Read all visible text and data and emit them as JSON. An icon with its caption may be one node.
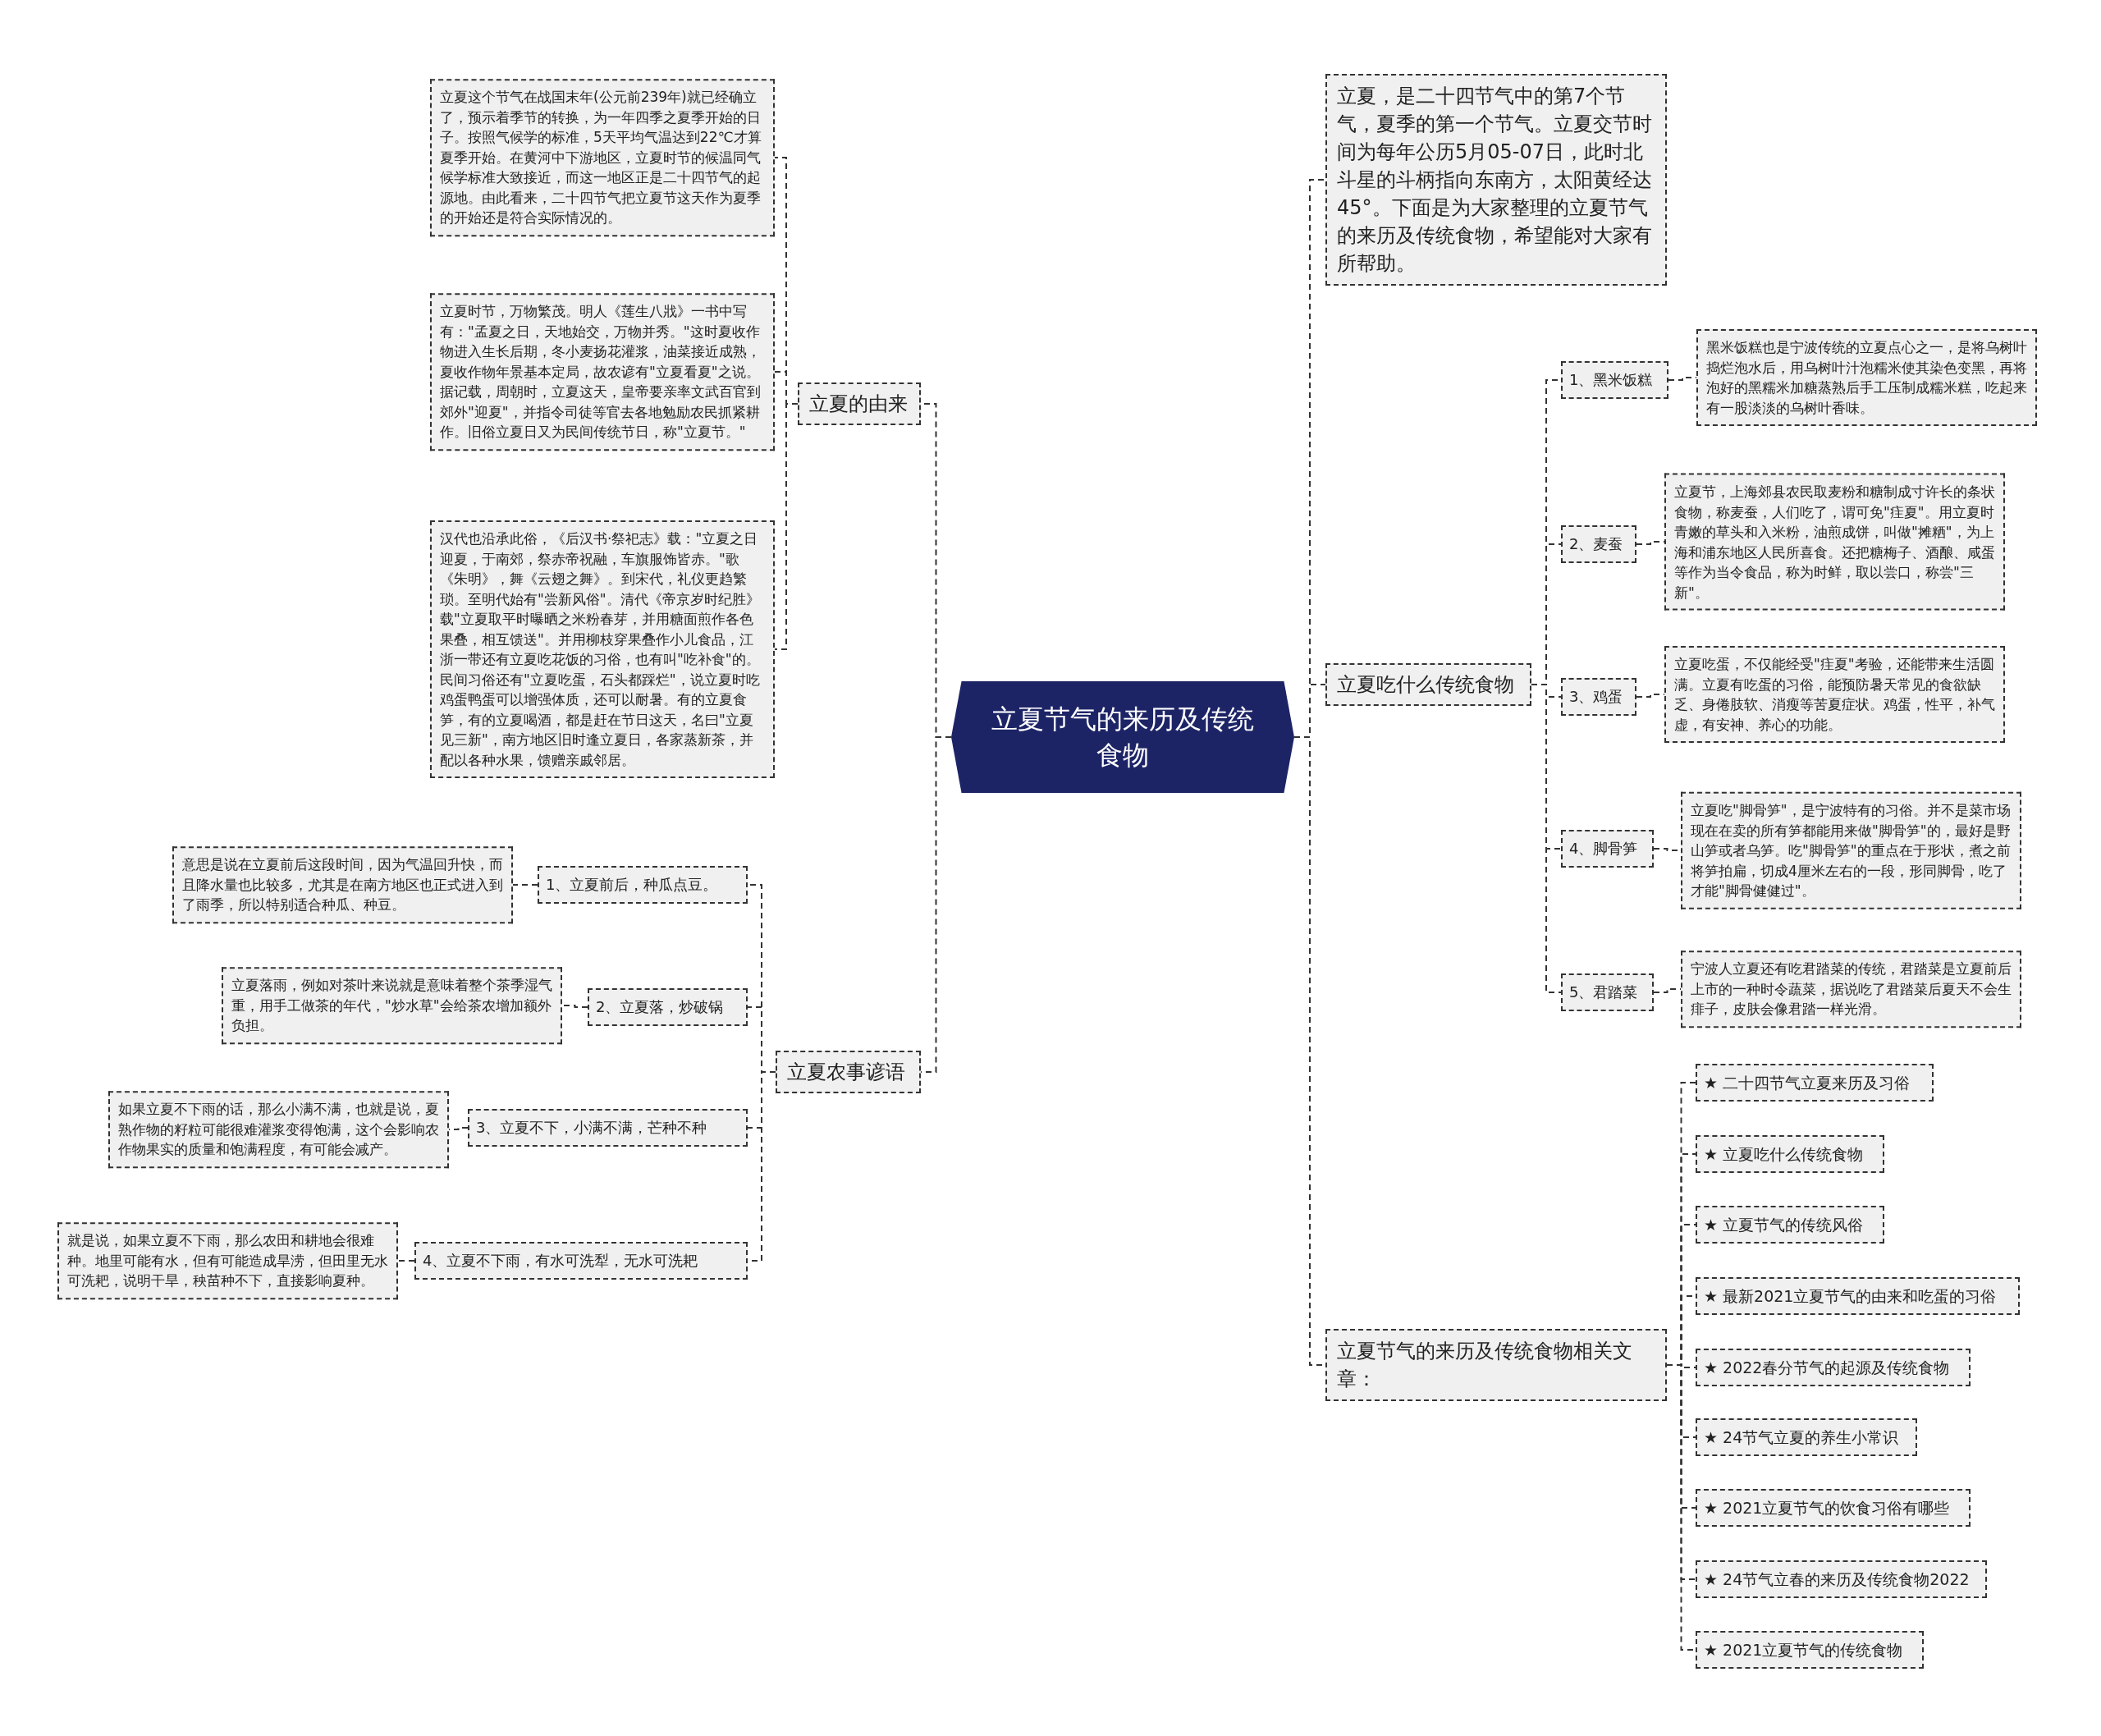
{
  "diagram": {
    "nodes": [
      {
        "text": [
          "立夏节气的来历及传统食物"
        ]
      },
      {
        "text": [
          "立夏的由来"
        ]
      },
      {
        "text": [
          "立夏这个节气在战国末年(公元前239年)就已经确立了，预示着季节的转换，为一年四季之夏季开始的日子。按照气候学的标准，5天平均气温达到22℃才算夏季开始。在黄河中下游地区，立夏时节的候温同气候学标准大致接近，而这一地区正是二十四节气的起源地。由此看来，二十四节气把立夏节这天作为夏季的开始还是符合实际情况的。"
        ]
      },
      {
        "text": [
          "立夏时节，万物繁茂。明人《莲生八戕》一书中写有：\"孟夏之日，天地始交，万物并秀。\"这时夏收作物进入生长后期，冬小麦扬花灌浆，油菜接近成熟，夏收作物年景基本定局，故农谚有\"立夏看夏\"之说。据记载，周朝时，立夏这天，皇帝要亲率文武百官到郊外\"迎夏\"，并指令司徒等官去各地勉励农民抓紧耕作。旧俗立夏日又为民间传统节日，称\"立夏节。\""
        ]
      },
      {
        "text": [
          "汉代也沿承此俗，《后汉书·祭祀志》载：\"立夏之日迎夏，于南郊，祭赤帝祝融，车旗服饰皆赤。\"歌《朱明》，舞《云翅之舞》。到宋代，礼仪更趋繁琐。至明代始有\"尝新风俗\"。清代《帝京岁时纪胜》载\"立夏取平时曝晒之米粉春芽，并用糖面煎作各色果叠，相互馈送\"。并用柳枝穿果叠作小儿食品，江浙一带还有立夏吃花饭的习俗，也有叫\"吃补食\"的。民间习俗还有\"立夏吃蛋，石头都踩烂\"，说立夏时吃鸡蛋鸭蛋可以增强体质，还可以耐暑。有的立夏食笋，有的立夏喝酒，都是赶在节日这天，名曰\"立夏见三新\"，南方地区旧时逢立夏日，各家蒸新茶，并配以各种水果，馈赠亲戚邻居。"
        ]
      },
      {
        "text": [
          "立夏农事谚语"
        ]
      },
      {
        "text": [
          "1、立夏前后，种瓜点豆。"
        ]
      },
      {
        "text": [
          "意思是说在立夏前后这段时间，因为气温回升快，而且降水量也比较多，尤其是在南方地区也正式进入到了雨季，所以特别适合种瓜、种豆。"
        ]
      },
      {
        "text": [
          "2、立夏落，炒破锅"
        ]
      },
      {
        "text": [
          "立夏落雨，例如对茶叶来说就是意味着整个茶季湿气重，用手工做茶的年代，\"炒水草\"会给茶农增加额外负担。"
        ]
      },
      {
        "text": [
          "3、立夏不下，小满不满，芒种不种"
        ]
      },
      {
        "text": [
          "如果立夏不下雨的话，那么小满不满，也就是说，夏熟作物的籽粒可能很难灌浆变得饱满，这个会影响农作物果实的质量和饱满程度，有可能会减产。"
        ]
      },
      {
        "text": [
          "4、立夏不下雨，有水可洗犁，无水可洗耙"
        ]
      },
      {
        "text": [
          "就是说，如果立夏不下雨，那么农田和耕地会很难种。地里可能有水，但有可能造成旱涝，但田里无水可洗耙，说明干旱，秧苗种不下，直接影响夏种。"
        ]
      },
      {
        "text": [
          "立夏，是二十四节气中的第7个节气，夏季的第一个节气。立夏交节时间为每年公历5月05-07日，此时北斗星的斗柄指向东南方，太阳黄经达45°。下面是为大家整理的立夏节气的来历及传统食物，希望能对大家有所帮助。"
        ]
      },
      {
        "text": [
          "立夏吃什么传统食物"
        ]
      },
      {
        "text": [
          "1、黑米饭糕"
        ]
      },
      {
        "text": [
          "黑米饭糕也是宁波传统的立夏点心之一，是将乌树叶捣烂泡水后，用乌树叶汁泡糯米使其染色变黑，再将泡好的黑糯米加糖蒸熟后手工压制成糯米糕，吃起来有一股淡淡的乌树叶香味。"
        ]
      },
      {
        "text": [
          "2、麦蚕"
        ]
      },
      {
        "text": [
          "立夏节，上海郊县农民取麦粉和糖制成寸许长的条状食物，称麦蚕，人们吃了，谓可免\"疰夏\"。用立夏时青嫩的草头和入米粉，油煎成饼，叫做\"摊粞\"，为上海和浦东地区人民所喜食。还把糖梅子、酒酿、咸蛋等作为当令食品，称为时鲜，取以尝口，称尝\"三新\"。"
        ]
      },
      {
        "text": [
          "3、鸡蛋"
        ]
      },
      {
        "text": [
          "立夏吃蛋，不仅能经受\"疰夏\"考验，还能带来生活圆满。立夏有吃蛋的习俗，能预防暑天常见的食欲缺乏、身倦肢软、消瘦等苦夏症状。鸡蛋，性平，补气虚，有安神、养心的功能。"
        ]
      },
      {
        "text": [
          "4、脚骨笋"
        ]
      },
      {
        "text": [
          "立夏吃\"脚骨笋\"，是宁波特有的习俗。并不是菜市场现在在卖的所有笋都能用来做\"脚骨笋\"的，最好是野山笋或者乌笋。吃\"脚骨笋\"的重点在于形状，煮之前将笋拍扁，切成4厘米左右的一段，形同脚骨，吃了才能\"脚骨健健过\"。"
        ]
      },
      {
        "text": [
          "5、君踏菜"
        ]
      },
      {
        "text": [
          "宁波人立夏还有吃君踏菜的传统，君踏菜是立夏前后上市的一种时令蔬菜，据说吃了君踏菜后夏天不会生痱子，皮肤会像君踏一样光滑。"
        ]
      },
      {
        "text": [
          "立夏节气的来历及传统食物相关文章："
        ]
      },
      {
        "text": [
          "★ 二十四节气立夏来历及习俗"
        ]
      },
      {
        "text": [
          "★ 立夏吃什么传统食物"
        ]
      },
      {
        "text": [
          "★ 立夏节气的传统风俗"
        ]
      },
      {
        "text": [
          "★ 最新2021立夏节气的由来和吃蛋的习俗"
        ]
      },
      {
        "text": [
          "★ 2022春分节气的起源及传统食物"
        ]
      },
      {
        "text": [
          "★ 24节气立夏的养生小常识"
        ]
      },
      {
        "text": [
          "★ 2021立夏节气的饮食习俗有哪些"
        ]
      },
      {
        "text": [
          "★ 24节气立春的来历及传统食物2022"
        ]
      },
      {
        "text": [
          "★ 2021立夏节气的传统食物"
        ]
      }
    ],
    "edges": [
      {
        "from": 0,
        "to": 1,
        "arrow": "none",
        "style": "dashed"
      },
      {
        "from": 1,
        "to": 2,
        "arrow": "none",
        "style": "dashed"
      },
      {
        "from": 1,
        "to": 3,
        "arrow": "none",
        "style": "dashed"
      },
      {
        "from": 1,
        "to": 4,
        "arrow": "none",
        "style": "dashed"
      },
      {
        "from": 0,
        "to": 5,
        "arrow": "none",
        "style": "dashed"
      },
      {
        "from": 5,
        "to": 6,
        "arrow": "none",
        "style": "dashed"
      },
      {
        "from": 6,
        "to": 7,
        "arrow": "none",
        "style": "dashed"
      },
      {
        "from": 5,
        "to": 8,
        "arrow": "none",
        "style": "dashed"
      },
      {
        "from": 8,
        "to": 9,
        "arrow": "none",
        "style": "dashed"
      },
      {
        "from": 5,
        "to": 10,
        "arrow": "none",
        "style": "dashed"
      },
      {
        "from": 10,
        "to": 11,
        "arrow": "none",
        "style": "dashed"
      },
      {
        "from": 5,
        "to": 12,
        "arrow": "none",
        "style": "dashed"
      },
      {
        "from": 12,
        "to": 13,
        "arrow": "none",
        "style": "dashed"
      },
      {
        "from": 0,
        "to": 14,
        "arrow": "none",
        "style": "dashed"
      },
      {
        "from": 0,
        "to": 15,
        "arrow": "none",
        "style": "dashed"
      },
      {
        "from": 15,
        "to": 16,
        "arrow": "none",
        "style": "dashed"
      },
      {
        "from": 16,
        "to": 17,
        "arrow": "none",
        "style": "dashed"
      },
      {
        "from": 15,
        "to": 18,
        "arrow": "none",
        "style": "dashed"
      },
      {
        "from": 18,
        "to": 19,
        "arrow": "none",
        "style": "dashed"
      },
      {
        "from": 15,
        "to": 20,
        "arrow": "none",
        "style": "dashed"
      },
      {
        "from": 20,
        "to": 21,
        "arrow": "none",
        "style": "dashed"
      },
      {
        "from": 15,
        "to": 22,
        "arrow": "none",
        "style": "dashed"
      },
      {
        "from": 22,
        "to": 23,
        "arrow": "none",
        "style": "dashed"
      },
      {
        "from": 15,
        "to": 24,
        "arrow": "none",
        "style": "dashed"
      },
      {
        "from": 24,
        "to": 25,
        "arrow": "none",
        "style": "dashed"
      },
      {
        "from": 0,
        "to": 26,
        "arrow": "none",
        "style": "dashed"
      },
      {
        "from": 26,
        "to": 27,
        "arrow": "none",
        "style": "dashed"
      },
      {
        "from": 26,
        "to": 28,
        "arrow": "none",
        "style": "dashed"
      },
      {
        "from": 26,
        "to": 29,
        "arrow": "none",
        "style": "dashed"
      },
      {
        "from": 26,
        "to": 30,
        "arrow": "none",
        "style": "dashed"
      },
      {
        "from": 26,
        "to": 31,
        "arrow": "none",
        "style": "dashed"
      },
      {
        "from": 26,
        "to": 32,
        "arrow": "none",
        "style": "dashed"
      },
      {
        "from": 26,
        "to": 33,
        "arrow": "none",
        "style": "dashed"
      },
      {
        "from": 26,
        "to": 34,
        "arrow": "none",
        "style": "dashed"
      },
      {
        "from": 26,
        "to": 35,
        "arrow": "none",
        "style": "dashed"
      }
    ]
  }
}
